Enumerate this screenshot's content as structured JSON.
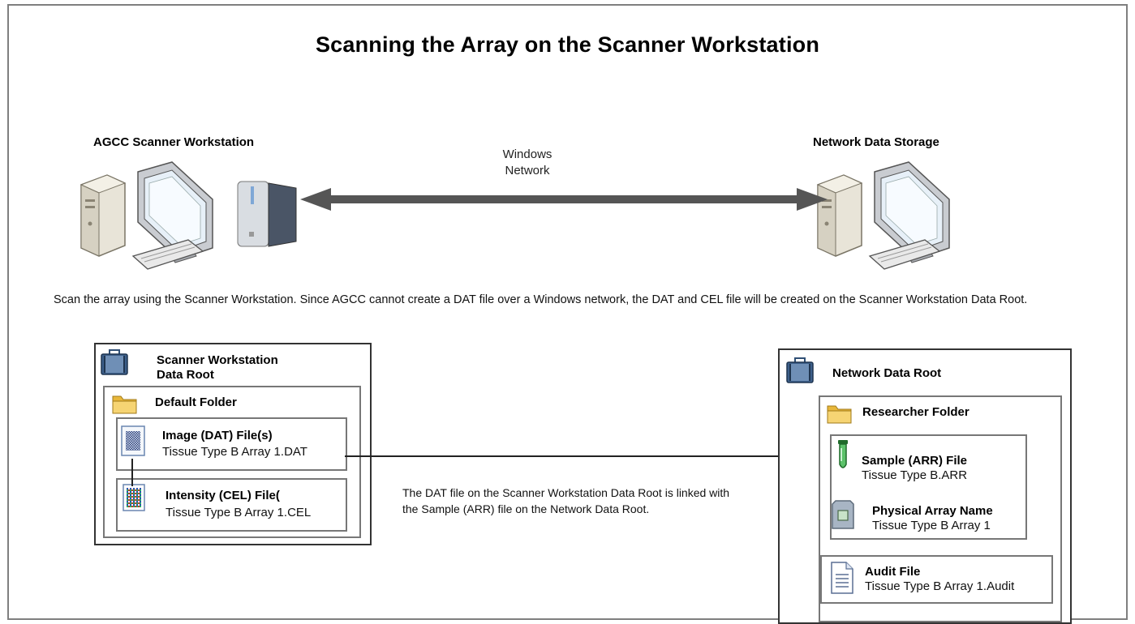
{
  "title": "Scanning the Array on the Scanner Workstation",
  "left_station": {
    "label": "AGCC Scanner Workstation"
  },
  "right_station": {
    "label": "Network Data Storage"
  },
  "network": {
    "line1": "Windows",
    "line2": "Network"
  },
  "description": "Scan the array using the Scanner Workstation. Since AGCC cannot create a DAT file over a Windows network, the DAT and CEL file will be created on the Scanner Workstation Data Root.",
  "left_root": {
    "title_line1": "Scanner Workstation",
    "title_line2": "Data Root",
    "folder": "Default Folder",
    "dat": {
      "title": "Image (DAT) File(s)",
      "file": "Tissue Type B Array 1.DAT"
    },
    "cel": {
      "title": "Intensity (CEL) File(",
      "file": "Tissue Type B Array 1.CEL"
    }
  },
  "link_note": "The DAT file  on the Scanner Workstation Data Root is linked with the Sample (ARR) file on the Network Data Root.",
  "right_root": {
    "title": "Network Data Root",
    "folder": "Researcher Folder",
    "sample": {
      "title": "Sample (ARR) File",
      "file": "Tissue Type B.ARR"
    },
    "array": {
      "title": "Physical Array Name",
      "file": "Tissue Type B Array 1"
    },
    "audit": {
      "title": "Audit File",
      "file": "Tissue Type B Array 1.Audit"
    }
  },
  "colors": {
    "arrow": "#555555",
    "folder": "#f2c94c",
    "briefcase": "#2f4f75",
    "tube": "#2e8b3a"
  },
  "icons": [
    "computer-icon",
    "scanner-icon",
    "briefcase-icon",
    "folder-icon",
    "image-file-icon",
    "cel-file-icon",
    "test-tube-icon",
    "array-chip-icon",
    "document-icon"
  ]
}
